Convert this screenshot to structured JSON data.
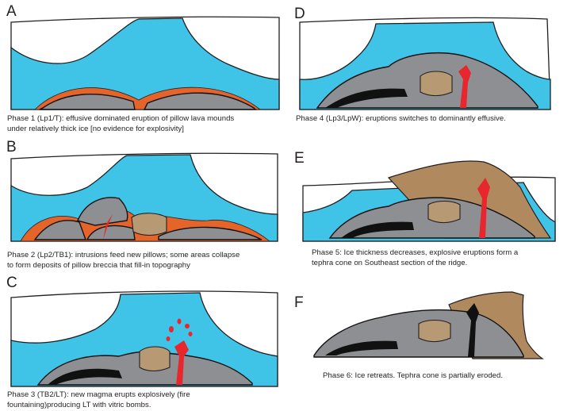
{
  "panels": {
    "a": {
      "letter": "A",
      "caption": "Phase 1 (Lp1/T): effusive dominated eruption of pillow lava mounds\nunder relatively thick ice [no evidence for explosivity]"
    },
    "b": {
      "letter": "B",
      "caption": "Phase 2 (Lp2/TB1): intrusions feed new pillows; some areas collapse\nto form deposits of pillow breccia that fill-in topography"
    },
    "c": {
      "letter": "C",
      "caption": "Phase 3 (TB2/LT): new magma erupts explosively (fire\nfountaining)producing LT with vitric bombs."
    },
    "d": {
      "letter": "D",
      "caption": "Phase 4 (Lp3/LpW): eruptions switches to dominantly effusive."
    },
    "e": {
      "letter": "E",
      "caption": "Phase 5: Ice thickness decreases, explosive eruptions form a\ntephra cone on Southeast section of the ridge."
    },
    "f": {
      "letter": "F",
      "caption": "Phase 6: Ice retreats. Tephra cone is partially eroded."
    }
  },
  "colors": {
    "ice": "#3fc3e6",
    "pillow_lava": "#8d8f92",
    "tephra": "#b08a5e",
    "magma": "#e8262d",
    "orange_layer": "#e4642a"
  }
}
